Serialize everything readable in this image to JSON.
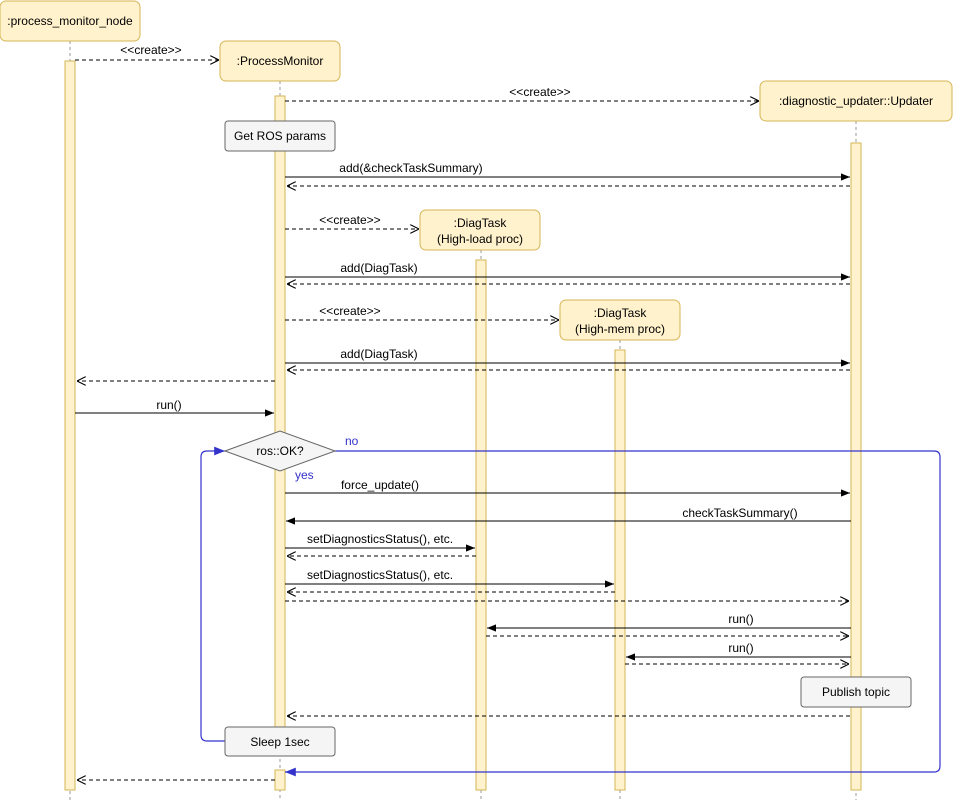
{
  "participants": [
    {
      "id": "node",
      "label": ":process_monitor_node"
    },
    {
      "id": "pm",
      "label": ":ProcessMonitor"
    },
    {
      "id": "updater",
      "label": ":diagnostic_updater::Updater"
    },
    {
      "id": "diag_load",
      "label": ":DiagTask",
      "sublabel": "(High-load proc)"
    },
    {
      "id": "diag_mem",
      "label": ":DiagTask",
      "sublabel": "(High-mem proc)"
    }
  ],
  "notes": {
    "get_params": "Get ROS params",
    "publish_topic": "Publish topic",
    "sleep": "Sleep 1sec"
  },
  "loop": {
    "condition": "ros::OK?",
    "yes_label": "yes",
    "no_label": "no"
  },
  "messages": {
    "create_pm": "<<create>>",
    "create_updater": "<<create>>",
    "add_summary": "add(&checkTaskSummary)",
    "create_diag_load": "<<create>>",
    "add_diag_load": "add(DiagTask)",
    "create_diag_mem": "<<create>>",
    "add_diag_mem": "add(DiagTask)",
    "run_pm": "run()",
    "force_update": "force_update()",
    "check_summary": "checkTaskSummary()",
    "set_status_load": "setDiagnosticsStatus(), etc.",
    "set_status_mem": "setDiagnosticsStatus(), etc.",
    "run_load": "run()",
    "run_mem": "run()"
  },
  "colors": {
    "participant_fill": "#fff2cc",
    "participant_stroke": "#d6b656",
    "note_fill": "#f5f5f5",
    "note_stroke": "#666666",
    "loop_line": "#3333cc",
    "message_line": "#000000"
  }
}
